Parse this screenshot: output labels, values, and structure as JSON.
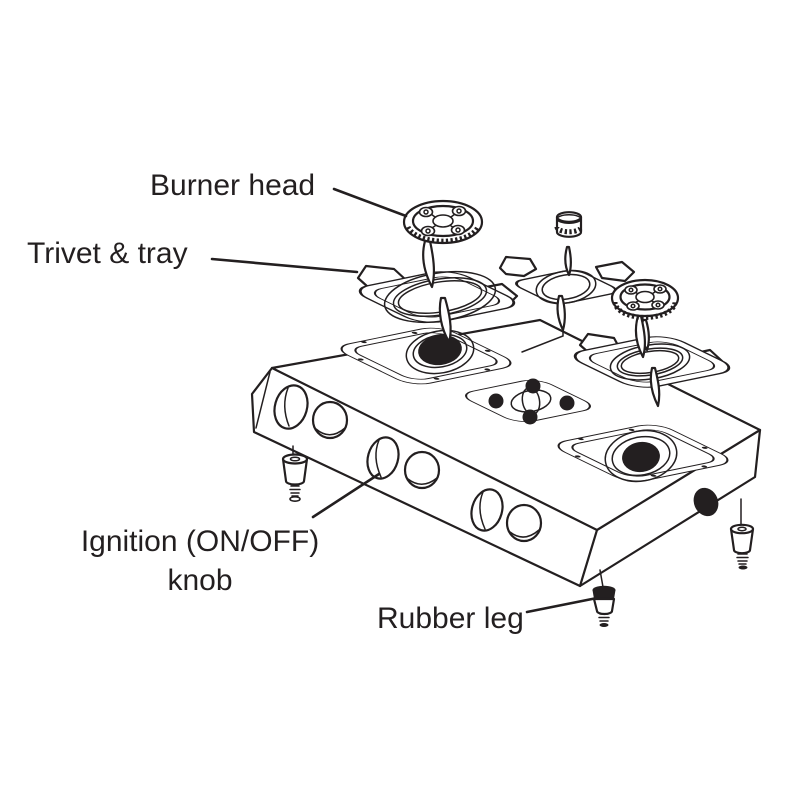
{
  "figure": {
    "type": "exploded-parts-diagram",
    "subject": "two-burner gas stove"
  },
  "colors": {
    "background": "#ffffff",
    "ink": "#231f20"
  },
  "labels": {
    "burner_head": "Burner head",
    "trivet_tray": "Trivet & tray",
    "ignition_line1": "Ignition (ON/OFF)",
    "ignition_line2": "knob",
    "rubber_leg": "Rubber leg"
  }
}
